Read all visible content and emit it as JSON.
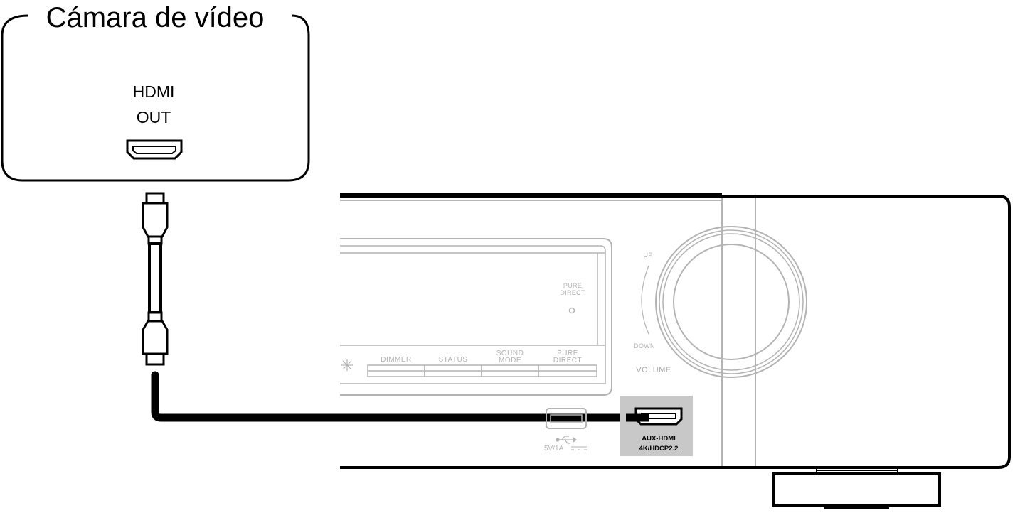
{
  "source_device": {
    "title": "Cámara de vídeo",
    "port_label_line1": "HDMI",
    "port_label_line2": "OUT"
  },
  "receiver": {
    "pure_direct_indicator_line1": "PURE",
    "pure_direct_indicator_line2": "DIRECT",
    "buttons": {
      "dimmer": "DIMMER",
      "status": "STATUS",
      "sound_mode_line1": "SOUND",
      "sound_mode_line2": "MODE",
      "pure_direct_line1": "PURE",
      "pure_direct_line2": "DIRECT"
    },
    "volume": {
      "up": "UP",
      "down": "DOWN",
      "label": "VOLUME"
    },
    "usb_label": "5V/1A",
    "aux_input_line1": "AUX-HDMI",
    "aux_input_line2": "4K/HDCP2.2"
  },
  "colors": {
    "line": "#000000",
    "panel_gray": "#b3b3b3",
    "aux_highlight": "#c8c8c8"
  }
}
